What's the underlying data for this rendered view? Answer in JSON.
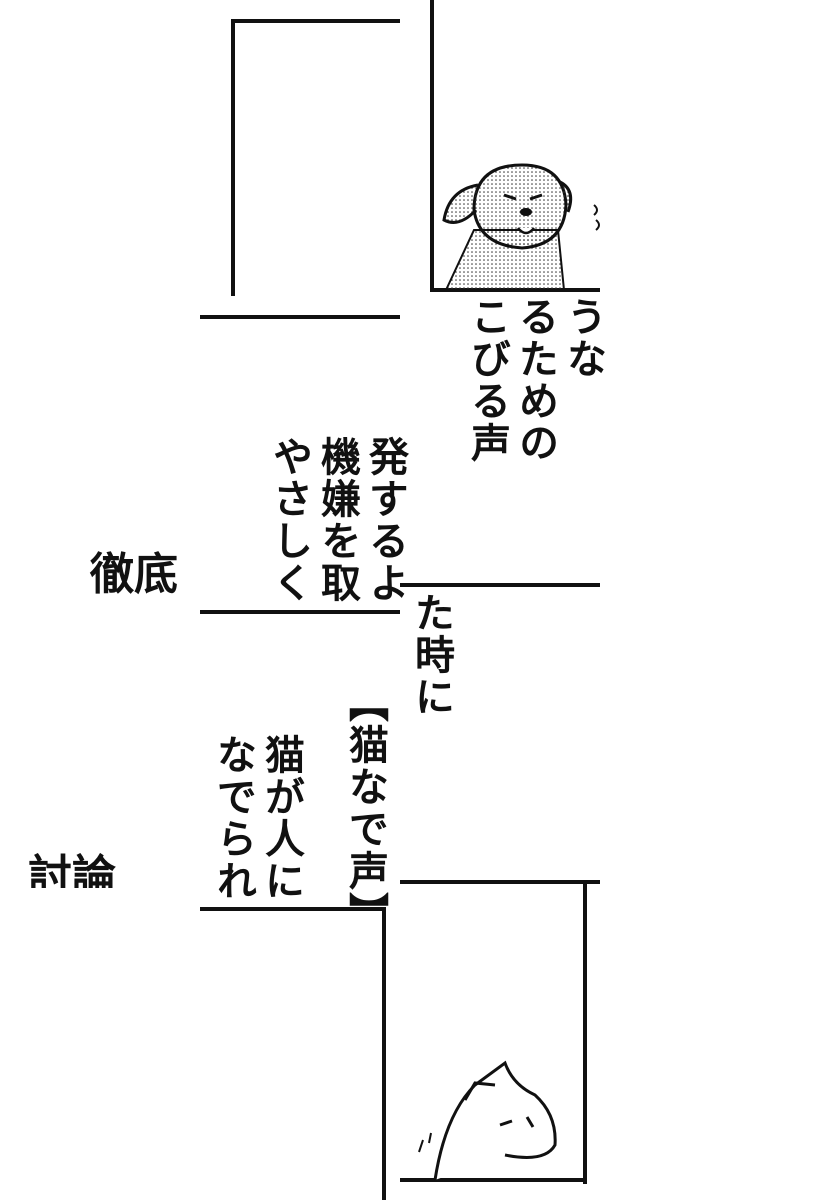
{
  "right_column": {
    "line1": "うな",
    "line2": "るための",
    "line3": "こびる声"
  },
  "middle_column": {
    "line1": "発するよ",
    "line2": "機嫌を取",
    "line3": "やさしく"
  },
  "lower_right": {
    "line1": "た時に"
  },
  "term": "【猫なで声】",
  "definition": {
    "line1": "猫が人に",
    "line2": "なでられ"
  },
  "left_heading_top": "徹底",
  "left_heading_bottom": "討論"
}
